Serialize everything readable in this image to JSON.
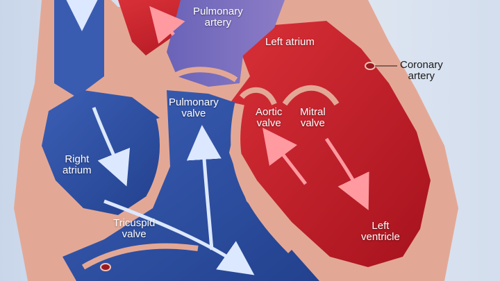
{
  "labels": {
    "pulmonary_artery": [
      "Pulmonary",
      "artery"
    ],
    "left_atrium": [
      "Left atrium"
    ],
    "coronary_artery": [
      "Coronary",
      "artery"
    ],
    "pulmonary_valve": [
      "Pulmonary",
      "valve"
    ],
    "aortic_valve": [
      "Aortic",
      "valve"
    ],
    "mitral_valve": [
      "Mitral",
      "valve"
    ],
    "right_atrium": [
      "Right",
      "atrium"
    ],
    "tricuspid_valve": [
      "Tricuspid",
      "valve"
    ],
    "left_ventricle": [
      "Left",
      "ventricle"
    ]
  },
  "colors": {
    "background": "#dfe6f1",
    "deoxygenated_blood": "#2f4fa0",
    "oxygenated_blood": "#c8202c",
    "heart_wall": "#e3a895",
    "arrow_blue": "#dce8ff",
    "arrow_red": "#ff9aa0"
  }
}
